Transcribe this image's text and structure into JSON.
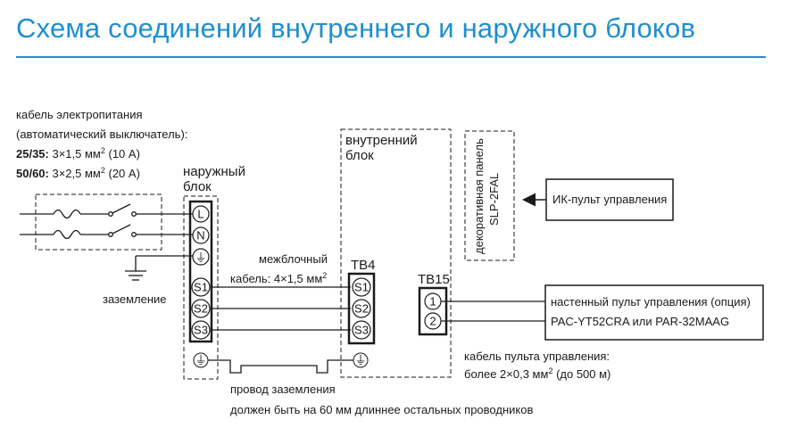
{
  "title": "Схема соединений внутреннего и наружного блоков",
  "power_cable": {
    "line1": "кабель электропитания",
    "line2": "(автоматический выключатель):",
    "line3_bold": "25/35:",
    "line3_rest": " 3×1,5 мм",
    "line3_sup": "2",
    "line3_tail": " (10 А)",
    "line4_bold": "50/60:",
    "line4_rest": " 3×2,5 мм",
    "line4_sup": "2",
    "line4_tail": " (20 А)"
  },
  "outdoor_unit": {
    "line1": "наружный",
    "line2": "блок"
  },
  "indoor_unit": {
    "line1": "внутренний",
    "line2": "блок"
  },
  "grounding_label": "заземление",
  "interunit_cable": {
    "line1": "межблочный",
    "line2": "кабель: 4×1,5 мм",
    "sup": "2"
  },
  "terminals": {
    "outdoor": [
      "L",
      "N",
      "⏚",
      "S1",
      "S2",
      "S3"
    ],
    "outdoor_ground": "⏚",
    "tb4_label": "TB4",
    "tb4": [
      "S1",
      "S2",
      "S3"
    ],
    "tb4_ground": "⏚",
    "tb15_label": "TB15",
    "tb15": [
      "1",
      "2"
    ]
  },
  "decor_panel": {
    "line1": "декоративная панель",
    "line2": "SLP-2FAL"
  },
  "ir_remote": "ИК-пульт управления",
  "wall_remote": {
    "line1": "настенный пульт управления (опция)",
    "line2": "PAC-YT52CRA или  PAR-32MAAG"
  },
  "remote_cable": {
    "line1": "кабель пульта управления:",
    "line2": "более 2×0,3 мм",
    "sup": "2",
    "tail": " (до 500 м)"
  },
  "ground_wire": {
    "line1": "провод заземления",
    "line2": "должен быть на 60 мм длиннее остальных проводников"
  },
  "colors": {
    "title": "#1e8fcf",
    "line": "#1a1a1a"
  }
}
